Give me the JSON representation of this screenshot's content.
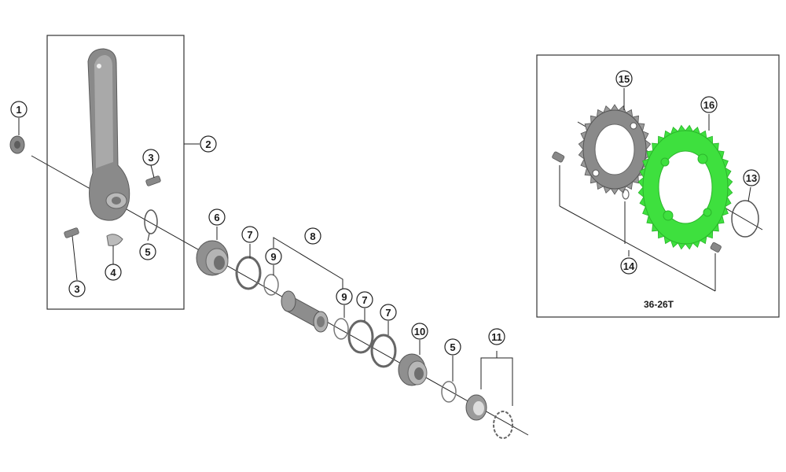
{
  "callouts": {
    "c1": "1",
    "c2": "2",
    "c3a": "3",
    "c3b": "3",
    "c4": "4",
    "c5a": "5",
    "c5b": "5",
    "c6": "6",
    "c7a": "7",
    "c7b": "7",
    "c7c": "7",
    "c8": "8",
    "c9a": "9",
    "c9b": "9",
    "c10": "10",
    "c11": "11",
    "c13": "13",
    "c14": "14",
    "c15": "15",
    "c16": "16"
  },
  "chainring_inset": {
    "caption": "36-26T",
    "highlighted_part": "16",
    "highlight_color": "#3ee03e"
  },
  "colors": {
    "part_dark": "#6f6f6f",
    "part_mid": "#9a9a9a",
    "part_light": "#c8c8c8",
    "line": "#222222",
    "frame": "#333333",
    "highlight": "#3ee03e"
  },
  "icons": {
    "crank-arm": "crank-arm-icon",
    "small-chainring": "chainring-small-icon",
    "large-chainring": "chainring-large-icon"
  }
}
